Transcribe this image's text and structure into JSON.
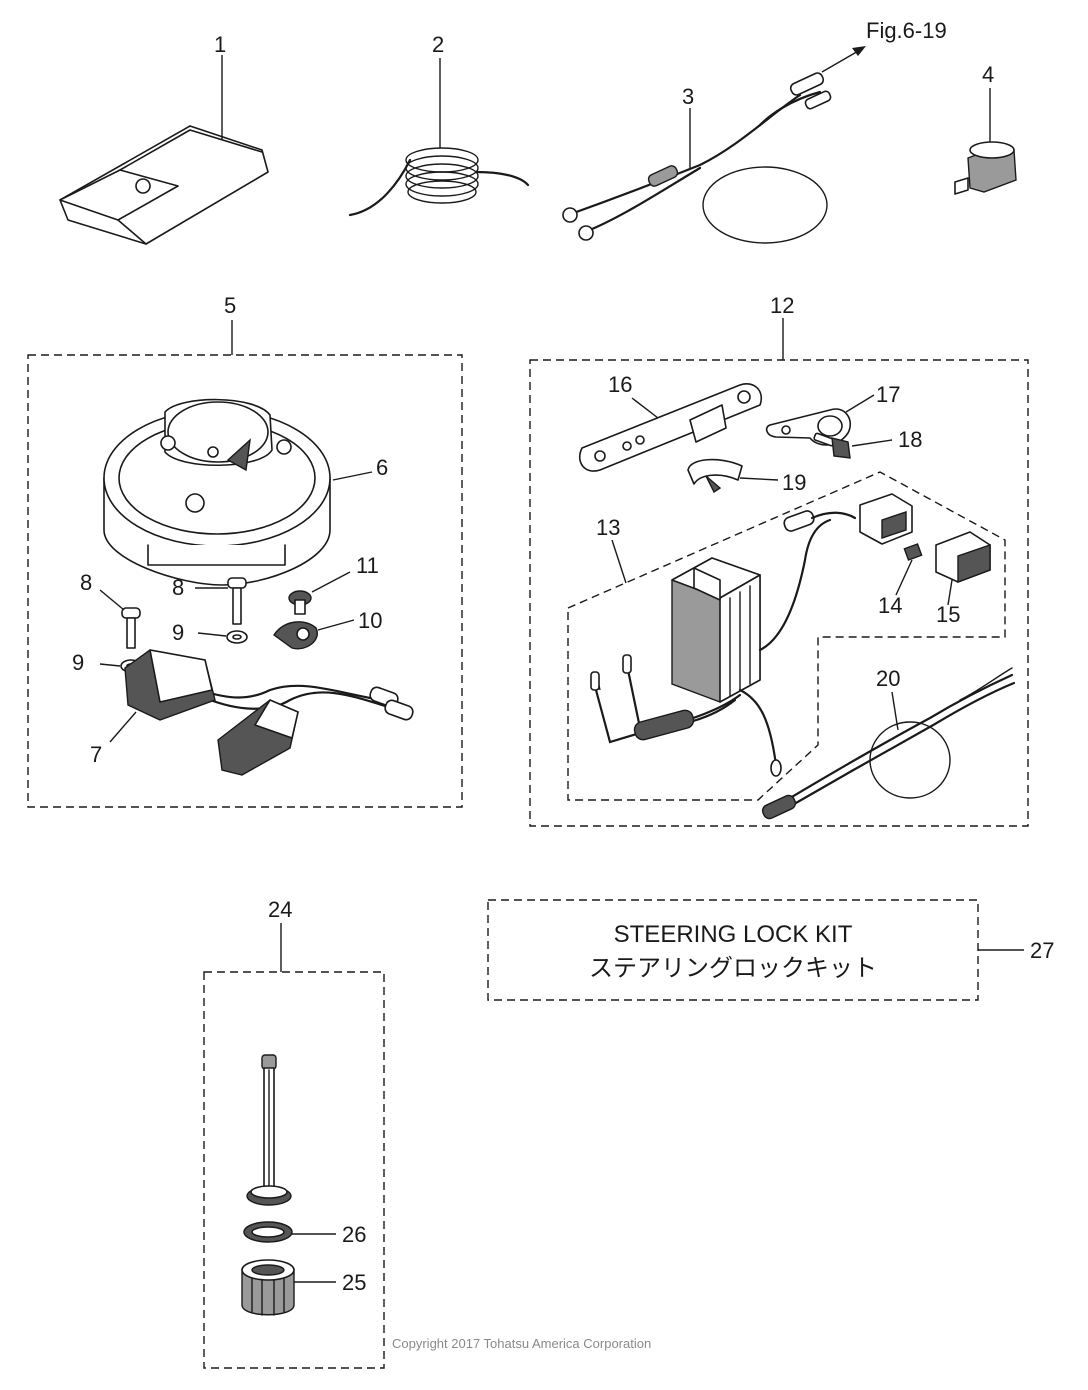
{
  "fig_reference": "Fig.6-19",
  "callouts": {
    "c1": "1",
    "c2": "2",
    "c3": "3",
    "c4": "4",
    "c5": "5",
    "c6": "6",
    "c7": "7",
    "c8a": "8",
    "c8b": "8",
    "c9a": "9",
    "c9b": "9",
    "c10": "10",
    "c11": "11",
    "c12": "12",
    "c13": "13",
    "c14": "14",
    "c15": "15",
    "c16": "16",
    "c17": "17",
    "c18": "18",
    "c19": "19",
    "c20": "20",
    "c24": "24",
    "c25": "25",
    "c26": "26",
    "c27": "27"
  },
  "steering_lock_kit": {
    "label_en": "STEERING LOCK KIT",
    "label_jp": "ステアリングロックキット"
  },
  "copyright": "Copyright 2017 Tohatsu America Corporation"
}
